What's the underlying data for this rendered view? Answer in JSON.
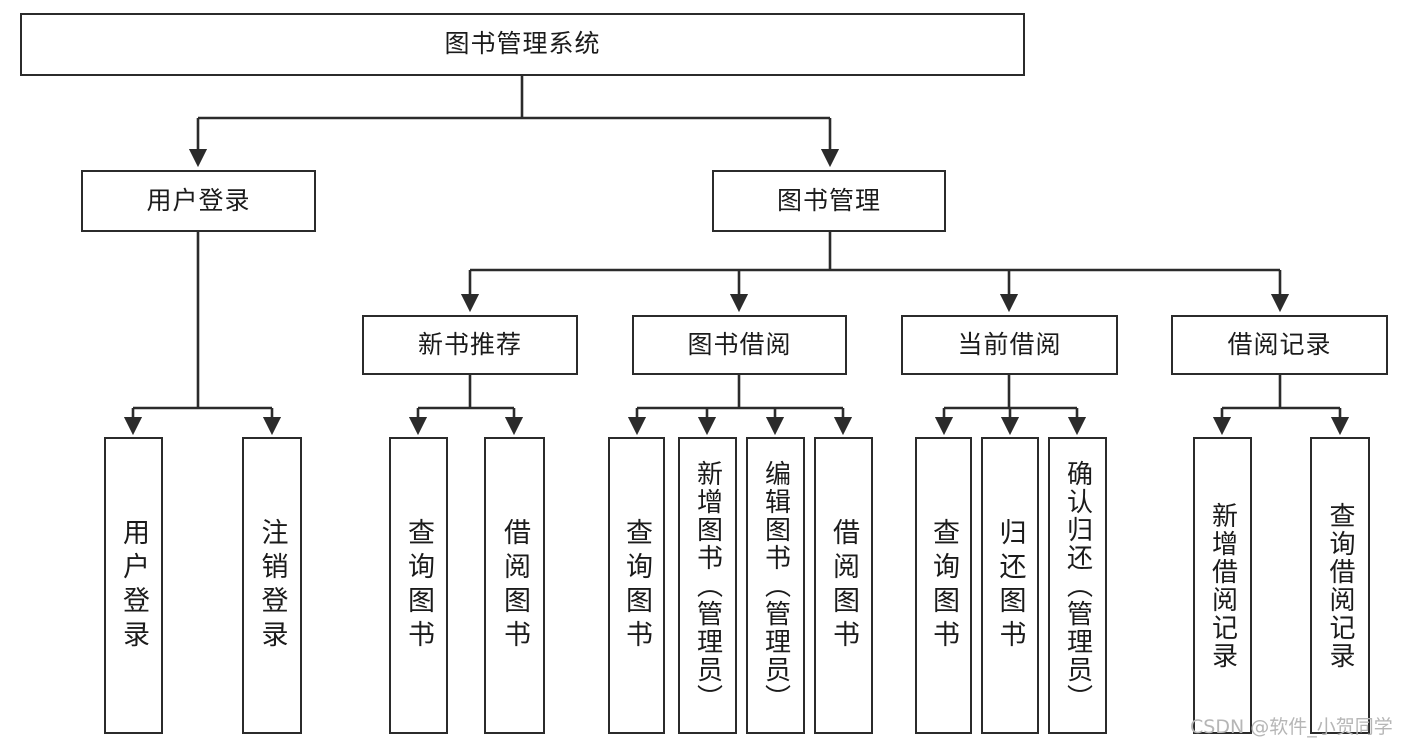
{
  "diagram": {
    "title": "图书管理系统",
    "type": "hierarchy-tree",
    "background_color": "#ffffff",
    "stroke_color": "#2b2b2b",
    "text_color": "#1b1b1b"
  },
  "nodes": {
    "root": {
      "label": "图书管理系统"
    },
    "level2": [
      {
        "id": "user-login",
        "label": "用户登录"
      },
      {
        "id": "book-manage",
        "label": "图书管理"
      }
    ],
    "level3": [
      {
        "id": "new-book-recommend",
        "label": "新书推荐"
      },
      {
        "id": "book-borrow",
        "label": "图书借阅"
      },
      {
        "id": "current-borrow",
        "label": "当前借阅"
      },
      {
        "id": "borrow-record",
        "label": "借阅记录"
      }
    ],
    "leaves": {
      "user_login": [
        {
          "id": "leaf-user-login",
          "label": "用户登录"
        },
        {
          "id": "leaf-user-logout",
          "label": "注销登录"
        }
      ],
      "new_book_recommend": [
        {
          "id": "leaf-query-book-1",
          "label": "查询图书"
        },
        {
          "id": "leaf-borrow-book-1",
          "label": "借阅图书"
        }
      ],
      "book_borrow": [
        {
          "id": "leaf-query-book-2",
          "label": "查询图书"
        },
        {
          "id": "leaf-add-book",
          "label": "新增图书（管理员）"
        },
        {
          "id": "leaf-edit-book",
          "label": "编辑图书（管理员）"
        },
        {
          "id": "leaf-borrow-book-2",
          "label": "借阅图书"
        }
      ],
      "current_borrow": [
        {
          "id": "leaf-query-book-3",
          "label": "查询图书"
        },
        {
          "id": "leaf-return-book",
          "label": "归还图书"
        },
        {
          "id": "leaf-confirm-return",
          "label": "确认归还（管理员）"
        }
      ],
      "borrow_record": [
        {
          "id": "leaf-add-record",
          "label": "新增借阅记录"
        },
        {
          "id": "leaf-query-record",
          "label": "查询借阅记录"
        }
      ]
    }
  },
  "watermark": {
    "text": "CSDN @软件_小贺同学"
  }
}
